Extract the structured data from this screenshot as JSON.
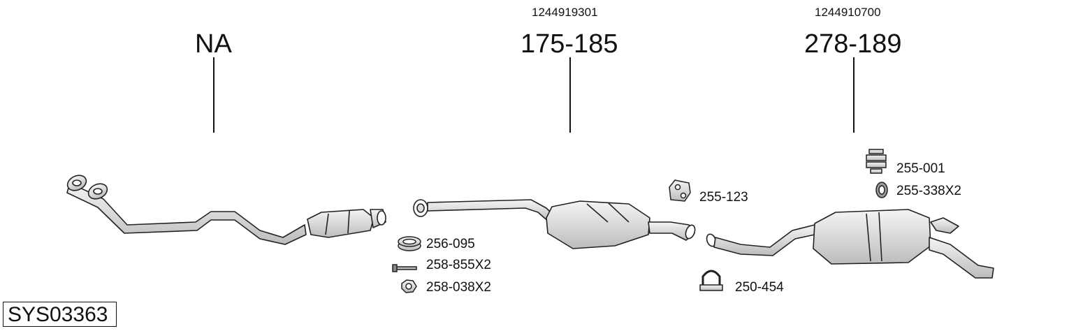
{
  "system_id": "SYS03363",
  "sections": [
    {
      "oe_number": "",
      "part_number": "NA"
    },
    {
      "oe_number": "1244919301",
      "part_number": "175-185"
    },
    {
      "oe_number": "1244910700",
      "part_number": "278-189"
    }
  ],
  "accessories": [
    {
      "label": "256-095",
      "icon": "gasket-ring-icon"
    },
    {
      "label": "258-855X2",
      "icon": "bolt-icon"
    },
    {
      "label": "258-038X2",
      "icon": "flange-nut-icon"
    },
    {
      "label": "255-123",
      "icon": "rubber-hanger-icon"
    },
    {
      "label": "250-454",
      "icon": "pipe-clamp-icon"
    },
    {
      "label": "255-001",
      "icon": "rubber-mount-icon"
    },
    {
      "label": "255-338X2",
      "icon": "rubber-ring-icon"
    }
  ]
}
